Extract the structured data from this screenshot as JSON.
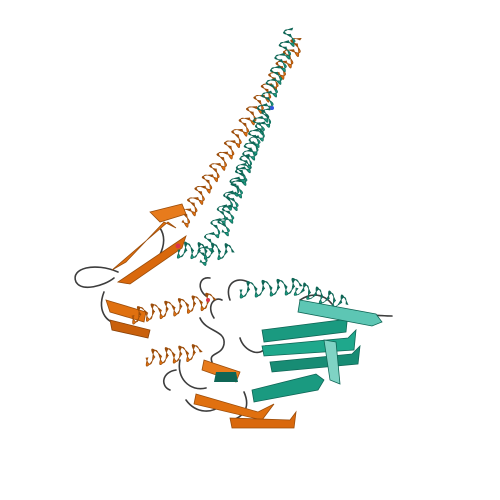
{
  "image": {
    "subject": "protein-ribbon-structure",
    "background": "#ffffff",
    "chains": [
      {
        "id": "chain-a",
        "color": "#e0700f",
        "dark": "#9c4d0a"
      },
      {
        "id": "chain-b",
        "color": "#1a9a80",
        "dark": "#0f6656"
      }
    ],
    "accent_colors": {
      "strand_light": "#5dc6b4",
      "loop": "#3a3a3a",
      "highlight": "#d9354a"
    }
  }
}
